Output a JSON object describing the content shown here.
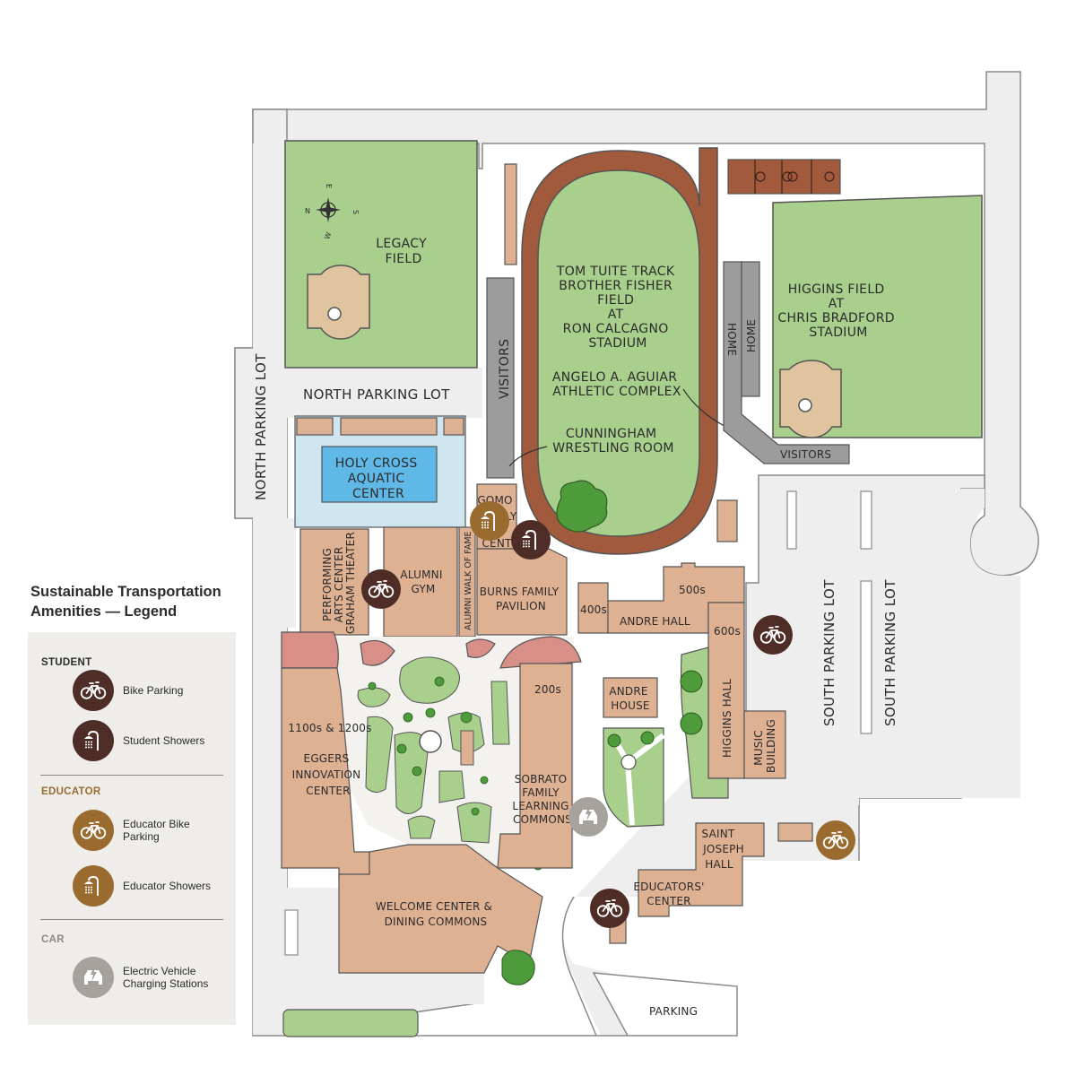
{
  "map": {
    "compass": {
      "n": "N",
      "e": "E",
      "s": "S",
      "w": "W"
    },
    "buildings": {
      "legacy_field": [
        "LEGACY",
        "FIELD"
      ],
      "stadium": [
        "TOM TUITE TRACK",
        "BROTHER FISHER",
        "FIELD",
        "AT",
        "RON CALCAGNO",
        "STADIUM"
      ],
      "athletic_complex": [
        "ANGELO A. AGUIAR",
        "ATHLETIC COMPLEX"
      ],
      "wrestling_room": [
        "CUNNINGHAM",
        "WRESTLING ROOM"
      ],
      "higgins_field": [
        "HIGGINS FIELD",
        "AT",
        "CHRIS BRADFORD",
        "STADIUM"
      ],
      "aquatic_center": [
        "HOLY CROSS",
        "AQUATIC",
        "CENTER"
      ],
      "performing_arts": [
        "PERFORMING",
        "ARTS CENTER",
        "GRAHAM THEATER"
      ],
      "alumni_gym": [
        "ALUMNI",
        "GYM"
      ],
      "walk_of_fame": "ALUMNI WALK OF FAME",
      "gomo_center": [
        "GOMO",
        "LY",
        "CENT"
      ],
      "burns_pavilion": [
        "BURNS FAMILY",
        "PAVILION"
      ],
      "room_400s": "400s",
      "room_500s": "500s",
      "andre_hall": "ANDRE HALL",
      "room_600s": "600s",
      "higgins_hall": "HIGGINS HALL",
      "music_building": [
        "MUSIC",
        "BUILDING"
      ],
      "andre_house": [
        "ANDRE",
        "HOUSE"
      ],
      "room_200s": "200s",
      "sobrato": [
        "SOBRATO",
        "FAMILY",
        "LEARNING",
        "COMMONS"
      ],
      "eggers": [
        "1100s & 1200s",
        "EGGERS",
        "INNOVATION",
        "CENTER"
      ],
      "welcome_center": [
        "WELCOME CENTER &",
        "DINING COMMONS"
      ],
      "saint_joseph": [
        "SAINT",
        "JOSEPH",
        "HALL"
      ],
      "educators_center": [
        "EDUCATORS'",
        "CENTER"
      ]
    },
    "lots": {
      "north_lot_horizontal": "NORTH PARKING LOT",
      "north_lot_vertical": "NORTH PARKING LOT",
      "south_lot_1": "SOUTH PARKING LOT",
      "south_lot_2": "SOUTH PARKING LOT",
      "parking": "PARKING"
    },
    "stands": {
      "visitors_west": "VISITORS",
      "home_1": "HOME",
      "home_2": "HOME",
      "visitors_east": "VISITORS"
    }
  },
  "legend": {
    "title_line1": "Sustainable Transportation",
    "title_line2": "Amenities — Legend",
    "groups": {
      "student": "STUDENT",
      "educator": "EDUCATOR",
      "car": "CAR"
    },
    "items": {
      "bike_parking": "Bike Parking",
      "student_showers": "Student Showers",
      "educator_bike_1": "Educator Bike",
      "educator_bike_2": "Parking",
      "educator_showers": "Educator Showers",
      "ev_1": "Electric Vehicle",
      "ev_2": "Charging Stations"
    }
  },
  "colors": {
    "field_green": "#a9cf8d",
    "building_tan": "#dfb193",
    "track_brown": "#a25a3d",
    "student_icon": "#4d2d25",
    "educator_icon": "#9a6b2f",
    "car_icon": "#a6a29e",
    "lot_gray": "#eeeeee",
    "aquatic_blue": "#cfe5f0",
    "pool_blue": "#5fb8e6",
    "legend_panel": "#efedea",
    "stands_gray": "#9c9c9c"
  },
  "icons": {
    "student_bike": "bicycle-icon",
    "student_shower": "shower-icon",
    "educator_bike": "bicycle-icon",
    "educator_shower": "shower-icon",
    "ev": "ev-charging-icon",
    "compass": "compass-rose-icon"
  }
}
